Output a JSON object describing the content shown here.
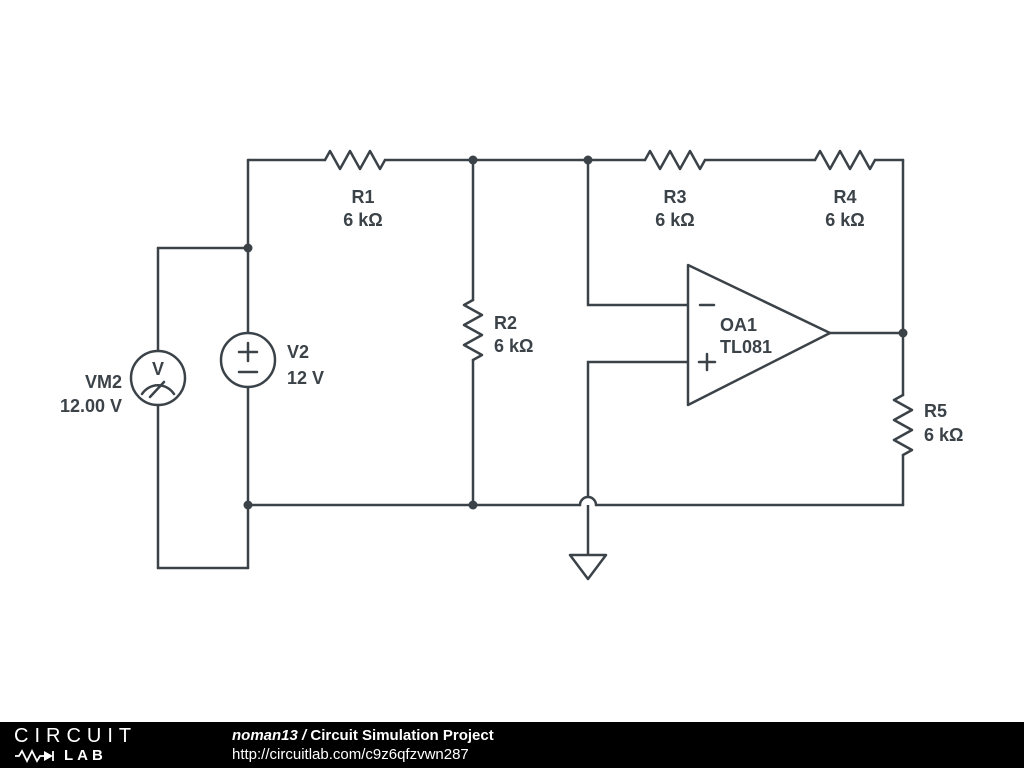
{
  "colors": {
    "wire": "#3b4349",
    "background": "#ffffff",
    "footer_bg": "#000000",
    "footer_text": "#ffffff"
  },
  "footer": {
    "logo_circuit": "CIRCUIT",
    "logo_lab": "LAB",
    "author": "noman13",
    "separator": " / ",
    "title": "Circuit Simulation Project",
    "url": "http://circuitlab.com/c9z6qfzvwn287"
  },
  "components": {
    "r1": {
      "designator": "R1",
      "value": "6 kΩ"
    },
    "r2": {
      "designator": "R2",
      "value": "6 kΩ"
    },
    "r3": {
      "designator": "R3",
      "value": "6 kΩ"
    },
    "r4": {
      "designator": "R4",
      "value": "6 kΩ"
    },
    "r5": {
      "designator": "R5",
      "value": "6 kΩ"
    },
    "v2": {
      "designator": "V2",
      "value": "12 V"
    },
    "vm2": {
      "designator": "VM2",
      "value": "12.00 V",
      "unit_letter": "V"
    },
    "oa1": {
      "designator": "OA1",
      "value": "TL081"
    }
  }
}
